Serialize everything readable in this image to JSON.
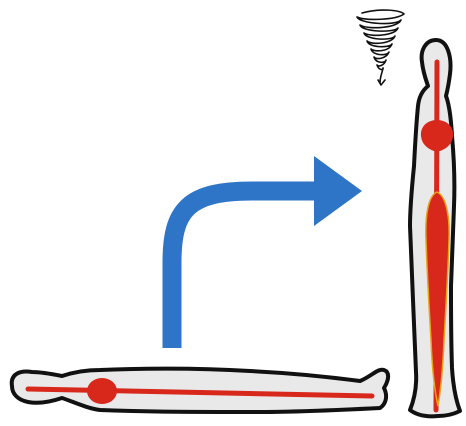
{
  "diagram": {
    "panels": [
      {
        "id": "supine",
        "posture": "lying"
      },
      {
        "id": "standing",
        "posture": "upright"
      }
    ],
    "transition_arrow": {
      "direction": "lying-to-standing",
      "color": "#2e75c8"
    },
    "dizziness_icon": {
      "icon": "spiral-icon",
      "color": "#111111"
    },
    "colors": {
      "body_fill": "#e9e9e9",
      "body_outline": "#111111",
      "blood": "#d8281c",
      "pooled_blood_edge": "#e8a318",
      "arrow": "#2e75c8"
    }
  }
}
